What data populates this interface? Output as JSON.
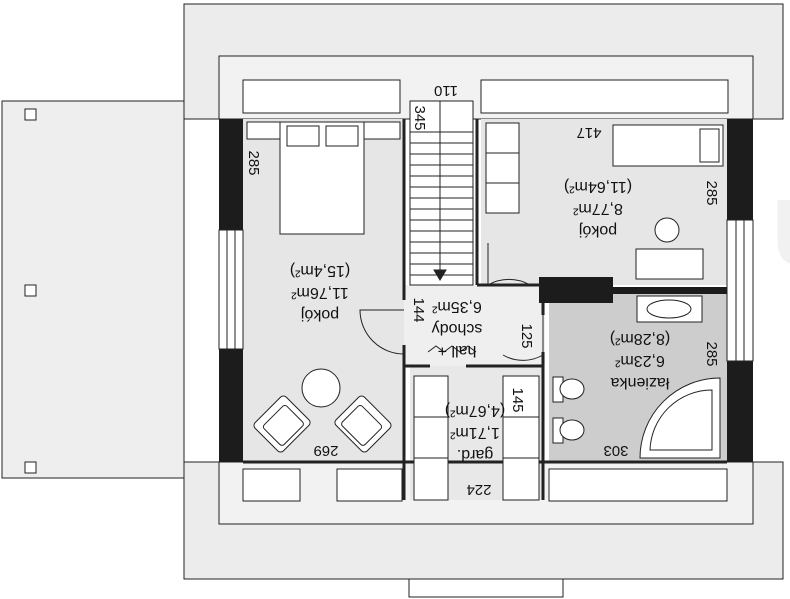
{
  "rooms": {
    "bedroom_left": {
      "name": "pokój",
      "area_net": "11,76m²",
      "area_gross": "(15,4m²)"
    },
    "bedroom_right": {
      "name": "pokój",
      "area_net": "8,77m²",
      "area_gross": "(11,64m²)"
    },
    "hall": {
      "name_line1": "hall +",
      "name_line2": "schody",
      "area_net": "6,35m²"
    },
    "bathroom": {
      "name": "łazienka",
      "area_net": "6,23m²",
      "area_gross": "(8,28m²)"
    },
    "wardrobe": {
      "name": "gard.",
      "area_net": "1,71m²",
      "area_gross": "(4,67m²)"
    }
  },
  "dimensions": {
    "stair_width": "110",
    "stair_height": "345",
    "left_wall": "285",
    "left_bottom": "269",
    "right_top": "417",
    "right_wall_upper": "285",
    "hall_height": "144",
    "hall_right": "125",
    "wardrobe_side": "145",
    "wardrobe_bottom": "224",
    "bath_right": "285",
    "bath_bottom": "303"
  },
  "watermark": "extradom",
  "colors": {
    "wall": "#1c1c1c",
    "floor": "#e6e6e6",
    "bathroom": "#cdcdcd",
    "roof": "#ececec"
  }
}
